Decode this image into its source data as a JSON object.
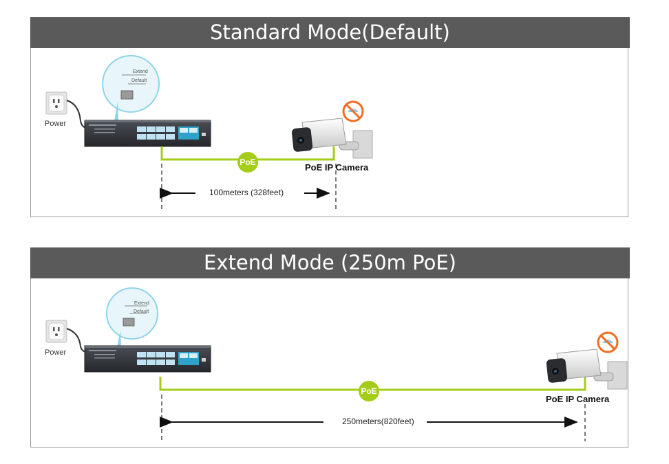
{
  "standard": {
    "title": "Standard Mode(Default)",
    "power_label": "Power",
    "switch_label_extend": "Extend",
    "switch_label_default": "Default",
    "poe_badge": "PoE",
    "camera_label": "PoE IP Camera",
    "distance": "100meters (328feet)"
  },
  "extend": {
    "title": "Extend Mode (250m PoE)",
    "power_label": "Power",
    "switch_label_extend": "Extend",
    "switch_label_default": "Default",
    "poe_badge": "PoE",
    "camera_label": "PoE IP Camera",
    "distance": "250meters(820feet)"
  },
  "colors": {
    "header_bg": "#5a5a5a",
    "cable": "#a6cc1a",
    "bubble_border": "#8ed3ea",
    "bubble_bg": "#e8f6fb"
  }
}
